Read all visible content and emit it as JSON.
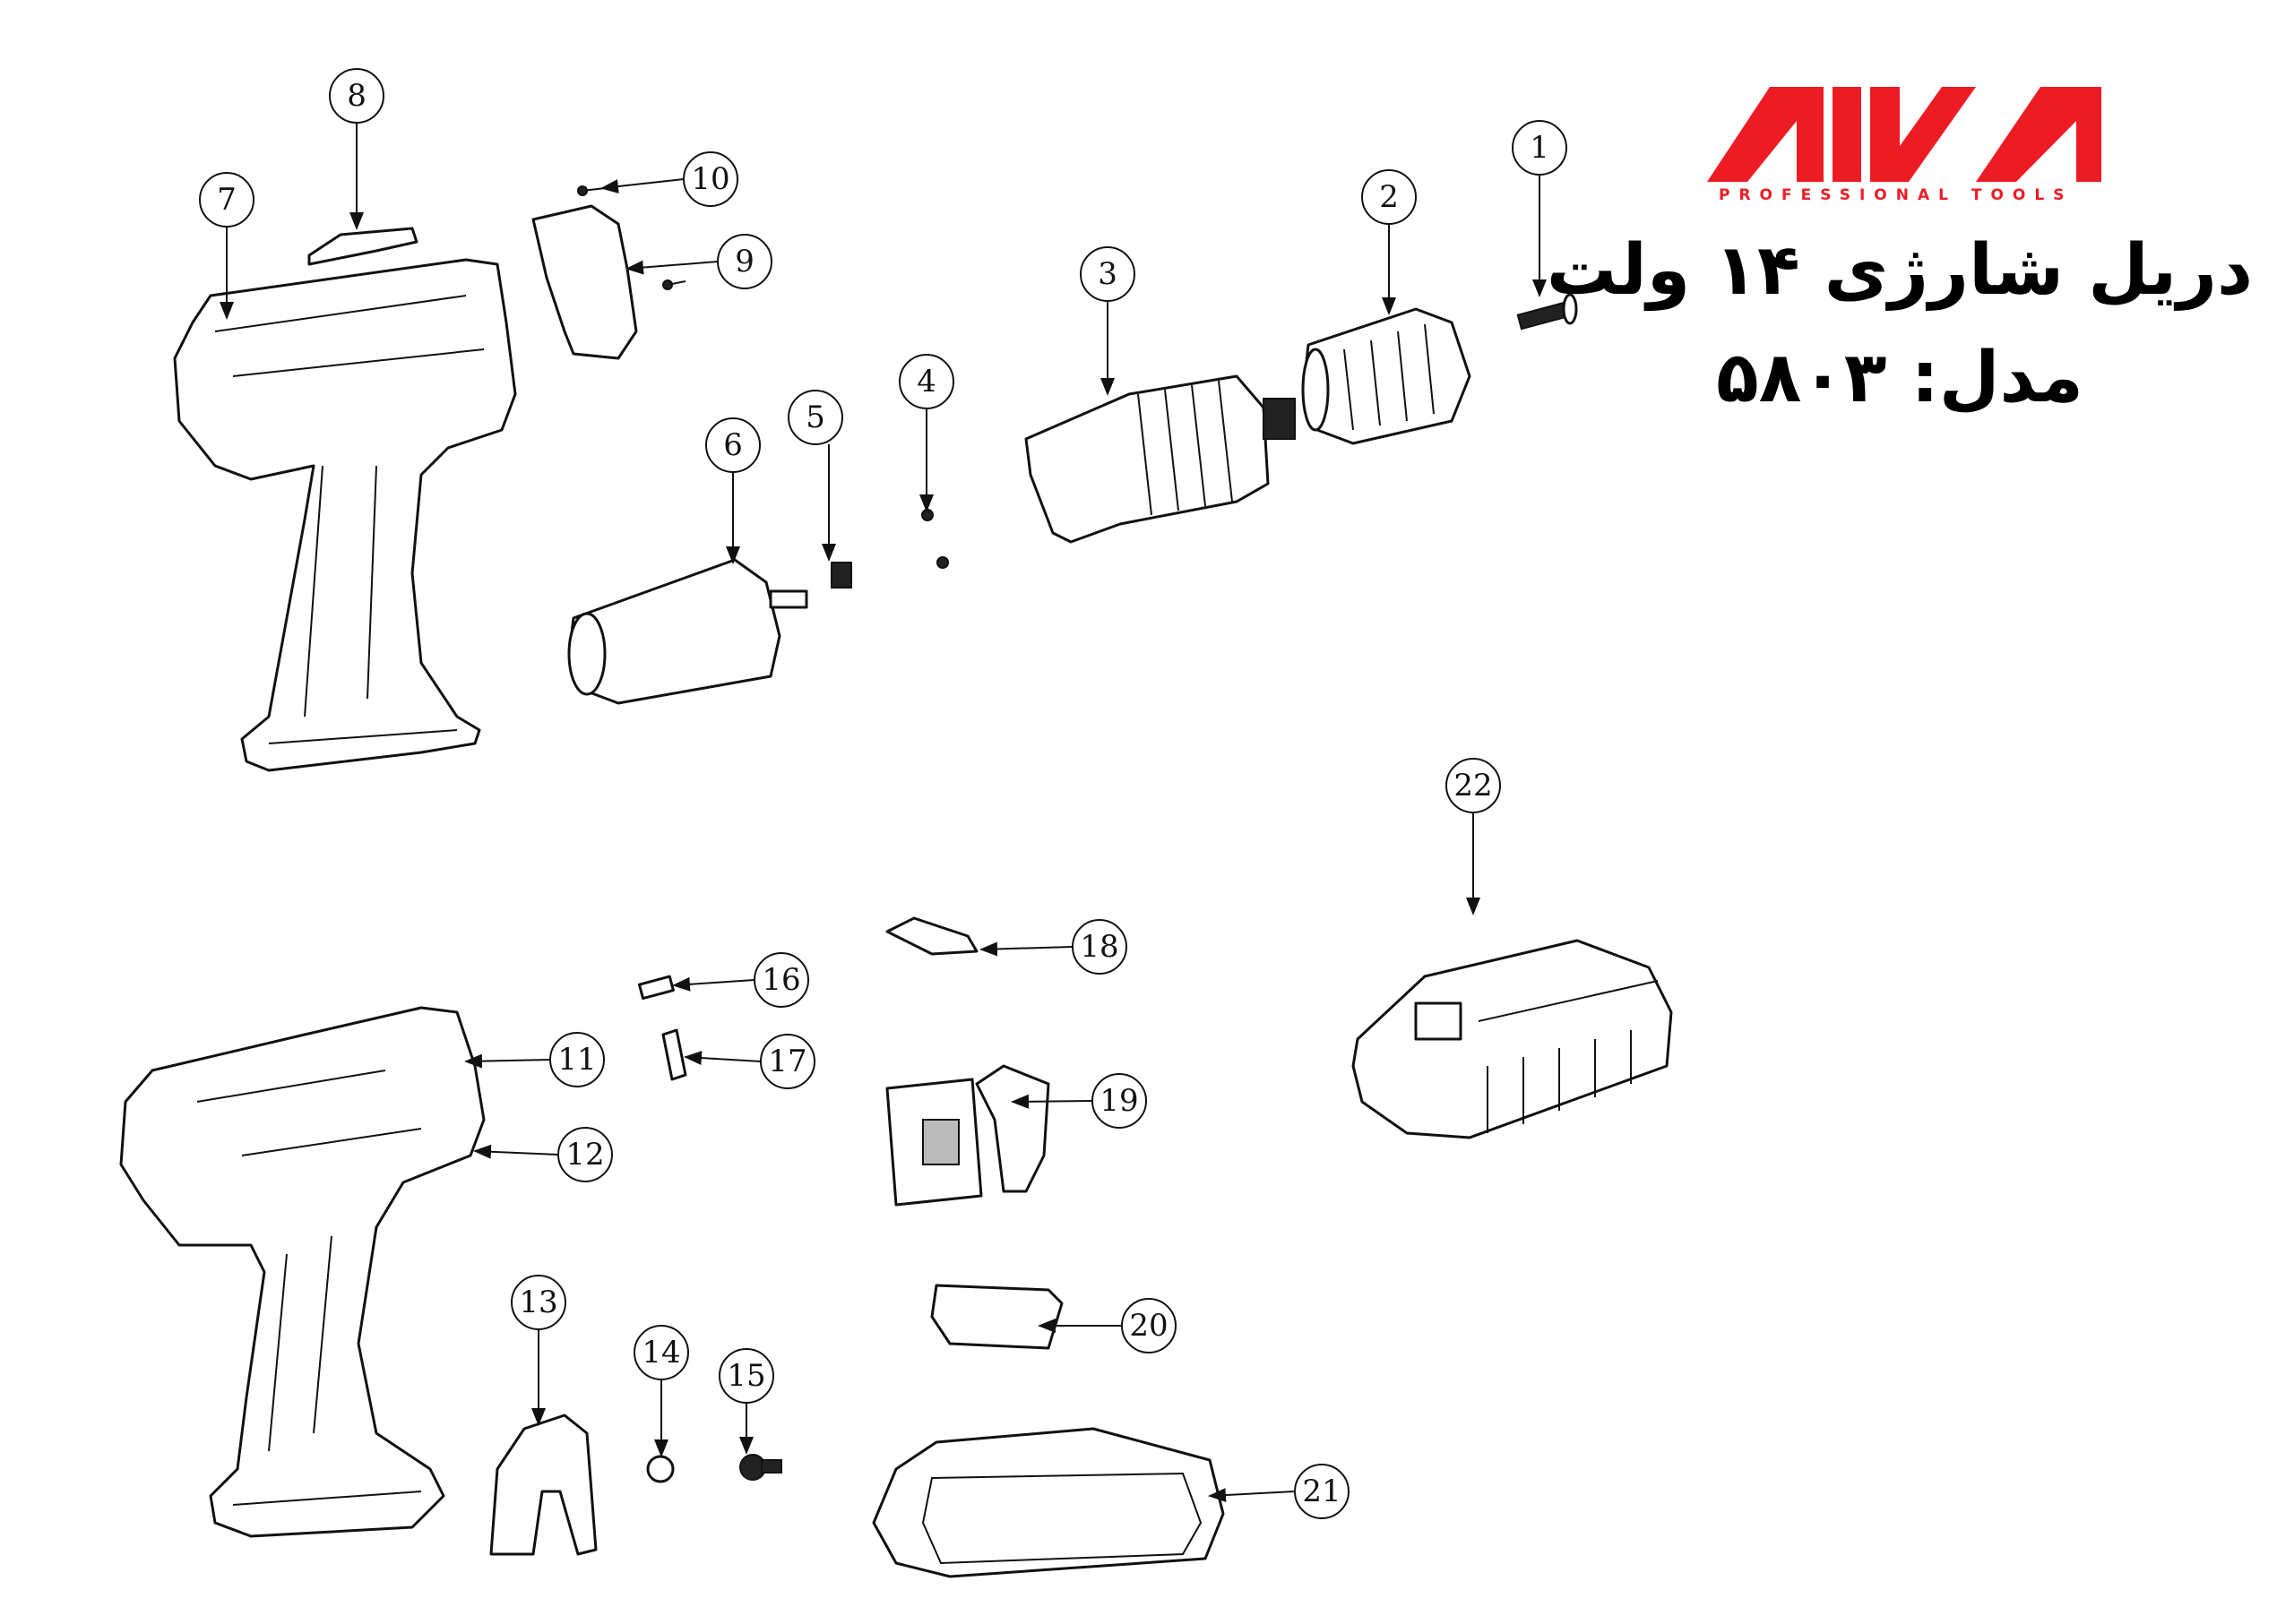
{
  "brand": {
    "logo_text": "AIVA",
    "tagline": "PROFESSIONAL TOOLS",
    "color": "#ed1c24"
  },
  "title": {
    "line1": "دریل شارژی ۱۴ ولت",
    "line2": "مدل: ۵۸۰۳"
  },
  "callouts": [
    "1",
    "2",
    "3",
    "4",
    "5",
    "6",
    "7",
    "8",
    "9",
    "10",
    "11",
    "12",
    "13",
    "14",
    "15",
    "16",
    "17",
    "18",
    "19",
    "20",
    "21",
    "22"
  ]
}
